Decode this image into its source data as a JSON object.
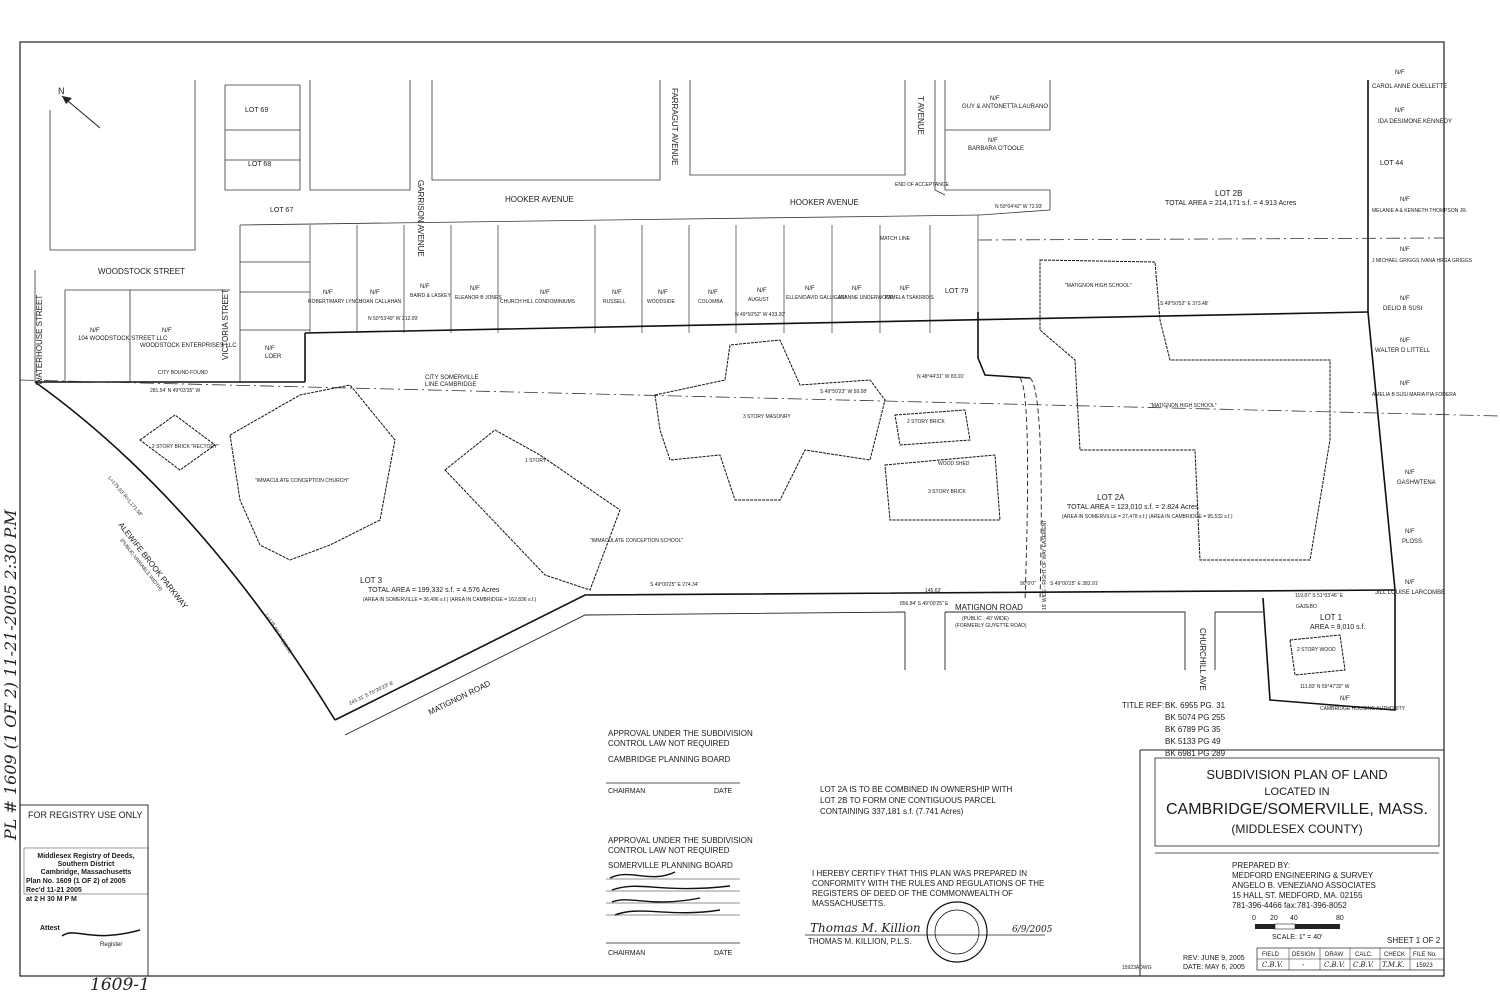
{
  "margin_notes": {
    "left_vertical": "PL # 1609 (1 OF 2) 11-21-2005 2:30 P.M",
    "bottom_number": "1609-1"
  },
  "north_arrow": "N",
  "streets": {
    "woodstock": "WOODSTOCK STREET",
    "waterhouse": "WATERHOUSE STREET",
    "victoria": "VICTORIA STREET",
    "garrison": "GARRISON AVENUE",
    "farragut": "FARRAGUT AVENUE",
    "t_avenue": "T AVENUE",
    "hooker_1": "HOOKER AVENUE",
    "hooker_2": "HOOKER AVENUE",
    "alewife": "ALEWIFE BROOK PARKWAY",
    "alewife_sub": "(PUBLIC-VARIABLE WIDTH)",
    "matignon_1": "MATIGNON ROAD",
    "matignon_sub1": "(PUBLIC - 40' WIDE)",
    "matignon_sub2": "(FORMERLY GUYETTE ROAD)",
    "matignon_2": "MATIGNON ROAD",
    "churchill": "CHURCHILL AVE",
    "city_line_1": "CITY SOMERVILLE",
    "city_line_2": "LINE CAMBRIDGE",
    "end_acceptance": "END OF ACCEPTANCE",
    "match_line": "MATCH LINE",
    "easement": "15' WIDE - RIGHT OF WAY EASEMENT",
    "city_bound": "CITY BOUND FOUND"
  },
  "lots": {
    "lot69": "LOT 69",
    "lot68": "LOT 68",
    "lot67": "LOT 67",
    "lot79": "LOT 79",
    "lot44": "LOT 44"
  },
  "owners": {
    "nf": "N/F",
    "woodstock_104": "104 WOODSTOCK STREET LLC",
    "woodstock_ent": "WOODSTOCK ENTERPRISES LLC",
    "loer": "LOER",
    "lynch": "ROBERT/MARY LYNCH",
    "callahan": "JOAN CALLAHAN",
    "baird": "BAIRD & LASKEY",
    "jones": "ELEANOR B JONES",
    "church_hill": "CHURCH HILL CONDOMINIUMS",
    "russell": "RUSSELL",
    "woodside": "WOODSIDE",
    "colomba": "COLOMBA",
    "august": "AUGUST",
    "galligani": "ELLEN/DAVID GALLIGANI",
    "underwood": "JOANNE UNDERWOOD",
    "tsakiridis": "PAMELA TSAKIRIDIS",
    "laurano": "GUY & ANTONETTA LAURANO",
    "otoole": "BARBARA O'TOOLE",
    "ouellette": "CAROL ANNE OUELLETTE",
    "kennedy": "IDA DESIMONE KENNEDY",
    "thompson": "MELANIE A & KENNETH THOMPSON JR.",
    "griggs": "J MICHAEL GRIGGS IVANA HRGA GRIGGS",
    "delio": "DELIO B SUSI",
    "littell": "WALTER D LITTELL",
    "amelia": "AMELIA B SUSI MARIA PIA FODERA",
    "gashwtena": "GASHWTENA",
    "ploss": "PLOSS",
    "larcombe": "JILL LOUISE LARCOMBE",
    "housing": "CAMBRIDGE HOUSING AUTHORITY"
  },
  "buildings": {
    "rectory": "2 STORY BRICK \"RECTORY\"",
    "church": "\"IMMACULATE CONCEPTION CHURCH\"",
    "school": "\"IMMACULATE CONCEPTION SCHOOL\"",
    "one_story": "1 STORY",
    "masonry": "3 STORY MASONRY",
    "brick2": "2 STORY BRICK",
    "brick3": "3 STORY BRICK",
    "wood_shed": "WOOD SHED",
    "matignon_hs1": "\"MATIGNON HIGH SCHOOL\"",
    "matignon_hs2": "\"MATIGNON HIGH SCHOOL\"",
    "wood2": "2 STORY WOOD",
    "gazebo": "GAZEBO"
  },
  "lot_areas": {
    "lot2b_title": "LOT 2B",
    "lot2b_area": "TOTAL AREA = 214,171 s.f. = 4.913 Acres",
    "lot2a_title": "LOT 2A",
    "lot2a_area": "TOTAL AREA = 123,010 s.f. = 2.824 Acres",
    "lot2a_split": "(AREA IN SOMERVILLE = 27,478 s.f.) (AREA IN CAMBRIDGE = 95,532 s.f.)",
    "lot3_title": "LOT 3",
    "lot3_area": "TOTAL AREA = 199,332 s.f. = 4.576 Acres",
    "lot3_split": "(AREA IN SOMERVILLE = 36,496 s.f.) (AREA IN CAMBRIDGE = 162,836 s.f.)",
    "lot1_title": "LOT 1",
    "lot1_area": "AREA = 9,010 s.f."
  },
  "bearings": [
    "N 50°53'49\" W 212.09'",
    "N 49°50'52\" W 433.20'",
    "N 50°04'42\" W 72.93'",
    "S 49°50'52\" E 373.48'",
    "281.54' N 49°03'35\" W",
    "S 49°50'23\" W 59.08'",
    "N 48°44'31\" W 83.91'",
    "S 49°00'25\" E 274.34'",
    "S 49°00'25\" E 382.91'",
    "856.84' S 49°00'25\" E",
    "145.63'",
    "90°0'0\"",
    "119.87' S 51°03'46\" E",
    "111.83' N 59°47'32\" W",
    "243.31' S 76°20'23\" E",
    "L=175.63'  R=1,171.58'",
    "L=175.06'  R=696.55'"
  ],
  "title_refs": {
    "label": "TITLE REF:",
    "lines": [
      "BK. 6955 PG. 31",
      "BK 5074 PG 255",
      "BK 6789 PG 35",
      "BK 5133 PG 49",
      "BK 6981 PG 289"
    ]
  },
  "title_block": {
    "line1": "SUBDIVISION PLAN OF LAND",
    "line2": "LOCATED IN",
    "line3": "CAMBRIDGE/SOMERVILLE, MASS.",
    "line4": "(MIDDLESEX COUNTY)"
  },
  "prepared_by": {
    "label": "PREPARED BY:",
    "l1": "MEDFORD ENGINEERING & SURVEY",
    "l2": "ANGELO B. VENEZIANO ASSOCIATES",
    "l3": "15 HALL ST. MEDFORD, MA. 02155",
    "l4": "781-396-4466    fax:781-396-8052"
  },
  "scale": {
    "ticks": [
      "0",
      "20",
      "40",
      "80"
    ],
    "label": "SCALE: 1\" = 40'"
  },
  "sheet": "SHEET 1 OF 2",
  "revision": {
    "rev": "REV: JUNE 9, 2005",
    "date": "DATE: MAY 6, 2005"
  },
  "file_table": {
    "headers": [
      "FIELD",
      "DESIGN",
      "DRAW",
      "CALC.",
      "CHECK",
      "FILE No."
    ],
    "values": [
      "C.B.V.",
      "-",
      "C.B.V.",
      "C.B.V.",
      "T.M.K.",
      "15923"
    ]
  },
  "drawing_code": "15923ADWG",
  "cambridge_approval": {
    "l1": "APPROVAL UNDER THE SUBDIVISION",
    "l2": "CONTROL LAW NOT REQUIRED",
    "board": "CAMBRIDGE PLANNING BOARD",
    "chairman": "CHAIRMAN",
    "date": "DATE"
  },
  "somerville_approval": {
    "l1": "APPROVAL UNDER THE SUBDIVISION",
    "l2": "CONTROL LAW NOT REQUIRED",
    "board": "SOMERVILLE PLANNING BOARD",
    "chairman": "CHAIRMAN",
    "date": "DATE"
  },
  "combine_note": {
    "l1": "LOT 2A IS TO BE COMBINED IN OWNERSHIP WITH",
    "l2": "LOT 2B TO FORM ONE CONTIGUOUS PARCEL",
    "l3": "CONTAINING 337,181 s.f. (7.741 Acres)"
  },
  "certification": {
    "l1": "I HEREBY CERTIFY THAT THIS PLAN WAS PREPARED IN",
    "l2": "CONFORMITY WITH THE RULES AND REGULATIONS OF THE",
    "l3": "REGISTERS OF DEED OF THE COMMONWEALTH OF",
    "l4": "MASSACHUSETTS.",
    "surveyor": "THOMAS M. KILLION, P.L.S.",
    "signed_date": "6/9/2005",
    "signature": "Thomas M. Killion"
  },
  "registry": {
    "box_label": "FOR REGISTRY USE ONLY",
    "stamp1": "Middlesex Registry of Deeds,",
    "stamp2": "Southern District",
    "stamp3": "Cambridge, Massachusetts",
    "plan_no": "Plan No. 1609 (1 OF 2) of 2005",
    "recd": "Rec'd 11-21 2005",
    "at": "at 2 H 30 M P M",
    "attest": "Attest",
    "register": "Register"
  }
}
